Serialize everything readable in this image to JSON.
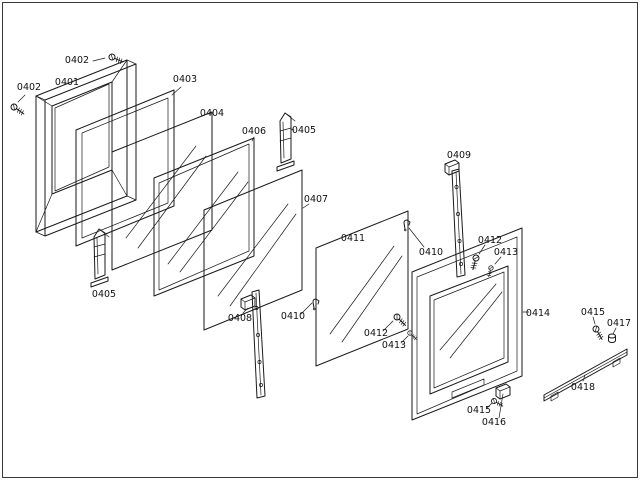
{
  "figure": {
    "kind": "appliance-door-exploded-parts-diagram",
    "background": "#ffffff",
    "line_color": "#1a1a1a",
    "label_color": "#111111",
    "border_color": "#3a3a3a"
  },
  "callouts": {
    "screw_top_0402": "0402",
    "screw_left_0402": "0402",
    "door_frame_0401": "0401",
    "gasket_0403": "0403",
    "glass_panel_0404": "0404",
    "glass_panel_0406": "0406",
    "hinge_top_0405": "0405",
    "hinge_bottom_0405": "0405",
    "glass_panel_0407": "0407",
    "bracket_0408": "0408",
    "rail_0409": "0409",
    "clip_right_0410": "0410",
    "clip_left_0410": "0410",
    "glass_panel_0411": "0411",
    "screw_upper_0412": "0412",
    "screw_upper_0413": "0413",
    "screw_lower_0412": "0412",
    "screw_lower_0413": "0413",
    "outer_door_panel_0414": "0414",
    "screw_handle_0415": "0415",
    "screw_bottom_0415": "0415",
    "latch_bracket_0416": "0416",
    "spacer_0417": "0417",
    "door_handle_0418": "0418"
  }
}
